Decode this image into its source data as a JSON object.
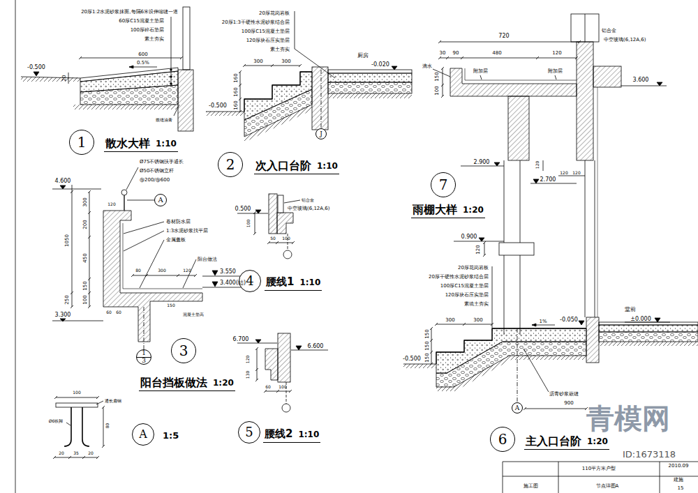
{
  "diagram": {
    "nodes": [
      {
        "text": [
          "1",
          "散水大样",
          "1:10"
        ]
      },
      {
        "text": [
          "2",
          "次入口台阶",
          "1:10"
        ]
      },
      {
        "text": [
          "3",
          "阳台挡板做法",
          "1:20"
        ]
      },
      {
        "text": [
          "4",
          "腰线1",
          "1:10"
        ]
      },
      {
        "text": [
          "5",
          "腰线2",
          "1:10"
        ]
      },
      {
        "text": [
          "A",
          "1:5"
        ]
      },
      {
        "text": [
          "7",
          "雨棚大样",
          "1:20"
        ]
      },
      {
        "text": [
          "6",
          "主入口台阶",
          "1:20"
        ]
      },
      {
        "text": [
          "A"
        ]
      },
      {
        "text": [
          "1",
          "3"
        ]
      },
      {
        "text": [
          "J"
        ]
      },
      {
        "text": [
          "A"
        ]
      }
    ],
    "labels": [
      "20厚1:2水泥砂浆抹面,每隔6米设伸缩缝一道",
      "60厚C15混凝土垫层",
      "100厚碎石垫层",
      "素土夯实",
      "-0.500",
      "20",
      "0.5%",
      "600",
      "嵌缝油膏",
      "20厚花岗岩板",
      "20厚1:3干硬性水泥砂浆结合层",
      "100厚C15混凝土垫层",
      "120厚块石压实垫层",
      "素土夯实",
      "厨房",
      "-0.020",
      "300",
      "300",
      "160",
      "160",
      "160",
      "-0.500",
      "Ø75不锈钢扶手通长",
      "Ø50不锈钢立杆",
      "@200/@600",
      "4.600",
      "1050",
      "300",
      "200",
      "450",
      "250",
      "150",
      "100",
      "3.300",
      "60",
      "60",
      "120",
      "卷材防水层",
      "1:3水泥砂浆找平层",
      "金属盖板",
      "阳台做法",
      "3.550",
      "3.400(结)",
      "80",
      "300",
      "120",
      "150",
      "混凝土垫高",
      "0.500",
      "铝合金",
      "中空玻璃(6,12A,6)",
      "100",
      "50",
      "100",
      "6.700",
      "6.600",
      "120",
      "130",
      "60",
      "100",
      "100",
      "通长扁钢",
      "Ø6铁脚",
      "80",
      "20",
      "35",
      "20",
      "720",
      "30",
      "90",
      "480",
      "120",
      "滴水",
      "150",
      "100",
      "附加层",
      "附加层",
      "铝合金",
      "中空玻璃(6,12A,6)",
      "3.600",
      "2.900",
      "2.700",
      "120",
      "120",
      "120",
      "0.900",
      "120",
      "20厚花岗岩板",
      "20厚干硬性水泥砂浆结合层",
      "100厚C15混凝土垫层",
      "120厚块石压实垫层",
      "素填土夯实",
      "堂前",
      "±0.000",
      "1%",
      "-0.050",
      "300",
      "300",
      "150",
      "150",
      "150",
      "-0.500",
      "沥青砂浆嵌缝",
      "900",
      "110平方米户型",
      "2010.09",
      "施工图",
      "节点详图A",
      "建施",
      "15",
      "ID:1673118",
      "青模网"
    ]
  }
}
